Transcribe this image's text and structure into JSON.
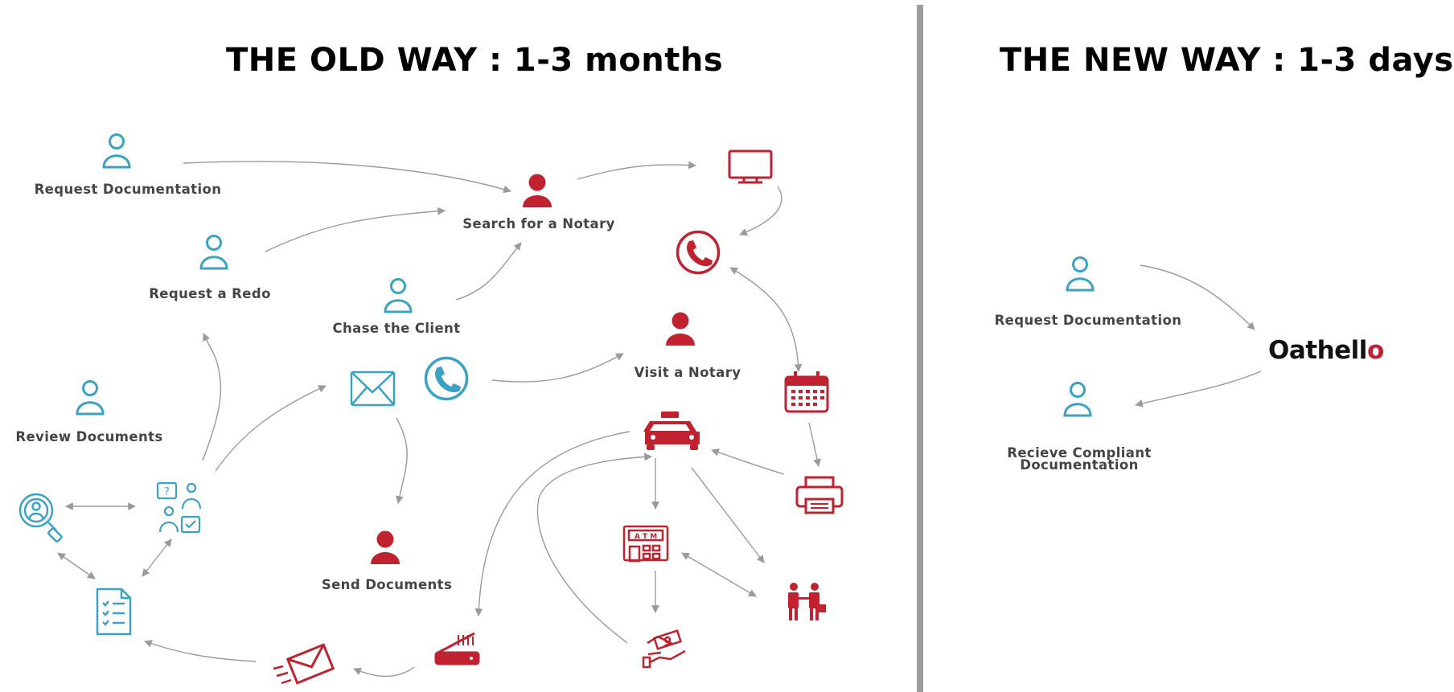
{
  "titles": {
    "old": "THE OLD WAY : 1-3 months",
    "new": "THE NEW WAY : 1-3 days"
  },
  "old_way": {
    "request_documentation": "Request Documentation",
    "request_redo": "Request a Redo",
    "review_documents": "Review Documents",
    "search_notary": "Search for a Notary",
    "chase_client": "Chase the Client",
    "visit_notary": "Visit a Notary",
    "send_documents": "Send Documents"
  },
  "new_way": {
    "request_documentation": "Request Documentation",
    "receive_line1": "Recieve Compliant",
    "receive_line2": "Documentation",
    "brand_main": "Oathell",
    "brand_accent": "o"
  },
  "icons": {
    "person_outline": "person-outline-icon",
    "person_filled": "person-filled-icon",
    "monitor": "monitor-icon",
    "phone": "phone-icon",
    "envelope": "envelope-icon",
    "calendar": "calendar-icon",
    "taxi": "taxi-icon",
    "printer": "printer-icon",
    "atm": "atm-icon",
    "handshake": "handshake-icon",
    "cash_payment": "cash-payment-icon",
    "scanner": "scanner-icon",
    "sent_mail": "sent-mail-icon",
    "checklist": "checklist-icon",
    "magnifier": "magnifier-user-icon",
    "team": "team-discussion-icon"
  },
  "colors": {
    "blue": "#3aa2c4",
    "red": "#c0222f",
    "arrow": "#9a9a9a",
    "label": "#454545",
    "divider": "#9c9c9c"
  }
}
